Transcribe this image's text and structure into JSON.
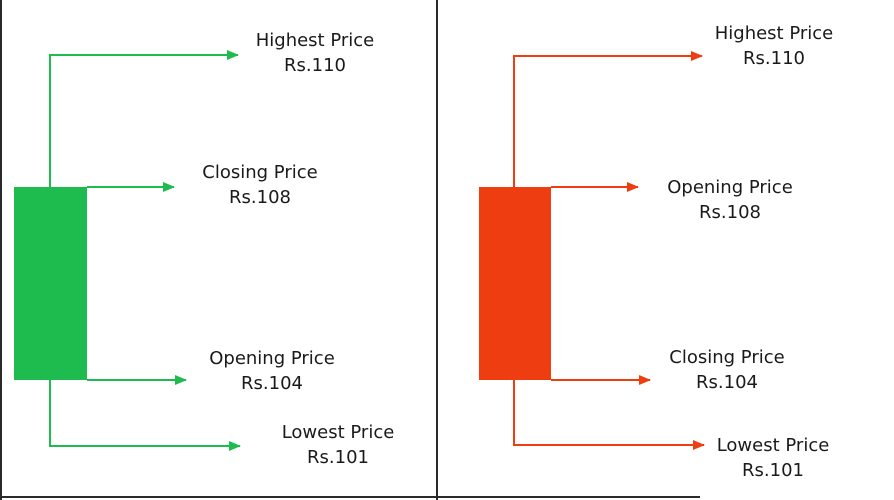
{
  "colors": {
    "bullish": "#1ebc4e",
    "bearish": "#ef3d12",
    "frame": "#2a2a2a",
    "text": "#1a1a1a"
  },
  "left_candle": {
    "highest": {
      "title": "Highest Price",
      "value": "Rs.110"
    },
    "closing": {
      "title": "Closing Price",
      "value": "Rs.108"
    },
    "opening": {
      "title": "Opening Price",
      "value": "Rs.104"
    },
    "lowest": {
      "title": "Lowest Price",
      "value": "Rs.101"
    }
  },
  "right_candle": {
    "highest": {
      "title": "Highest Price",
      "value": "Rs.110"
    },
    "opening": {
      "title": "Opening Price",
      "value": "Rs.108"
    },
    "closing": {
      "title": "Closing Price",
      "value": "Rs.104"
    },
    "lowest": {
      "title": "Lowest Price",
      "value": "Rs.101"
    }
  }
}
